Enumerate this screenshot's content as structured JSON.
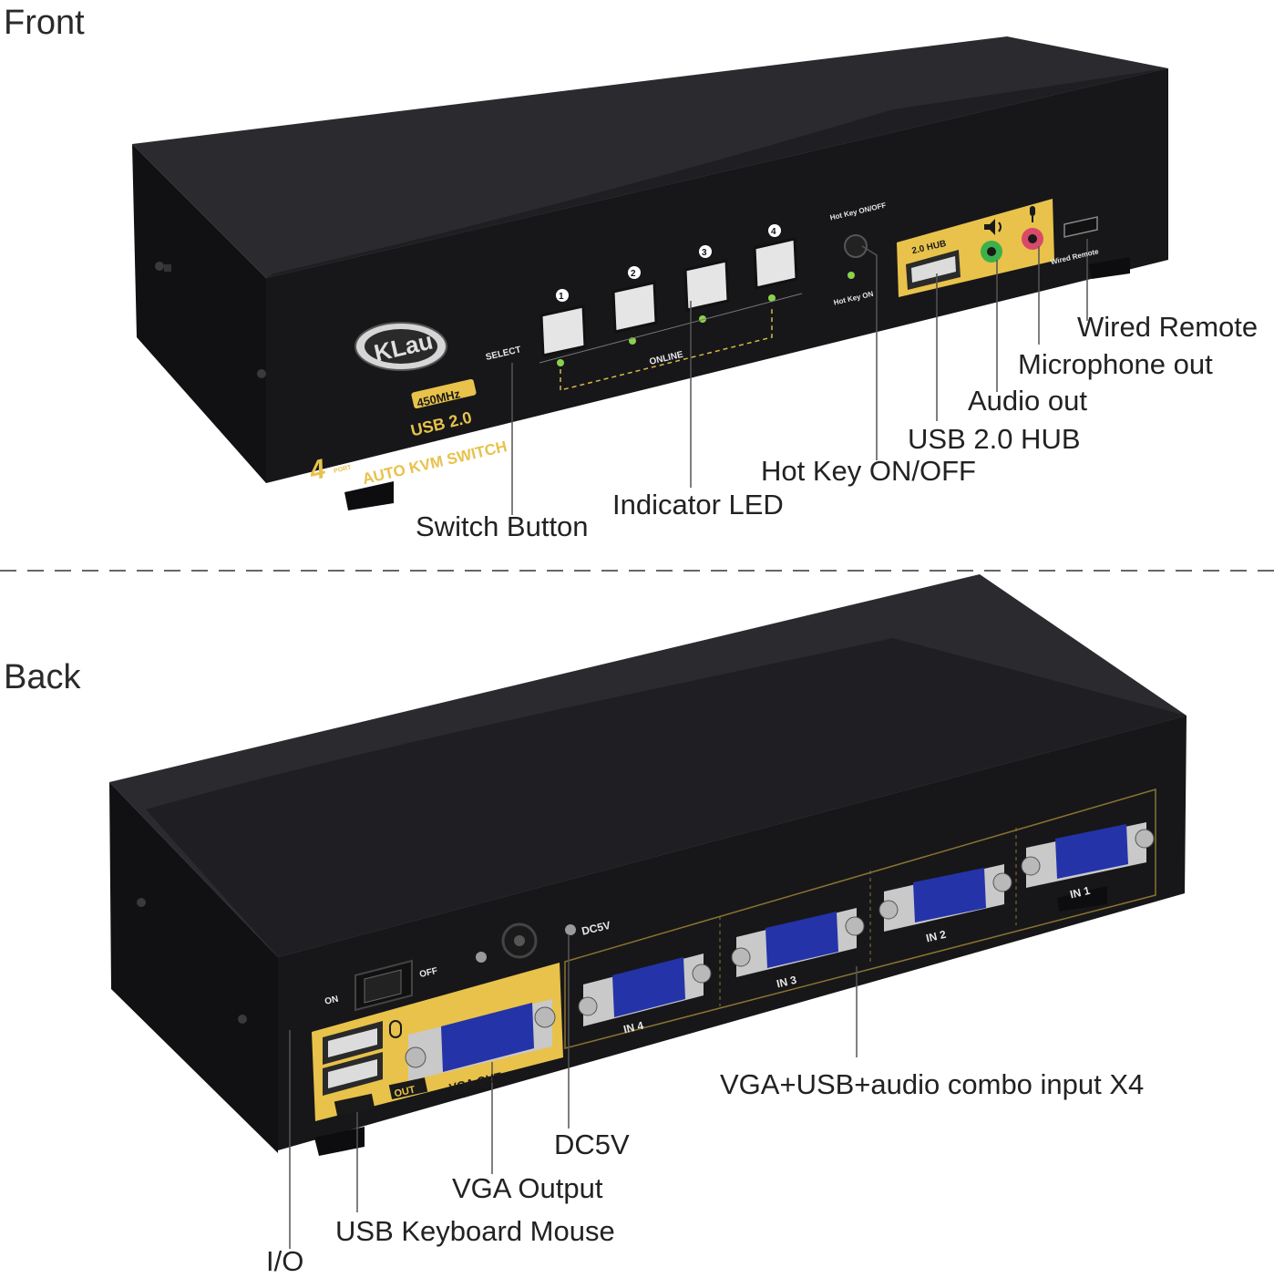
{
  "front": {
    "title": "Front",
    "brand": "KLau",
    "spec_freq": "450MHz",
    "spec_usb": "USB 2.0",
    "spec_port_num": "4",
    "spec_port_word": "PORT",
    "spec_product": "AUTO KVM SWITCH",
    "select_label": "SELECT",
    "online_label": "ONLINE",
    "buttons": [
      "1",
      "2",
      "3",
      "4"
    ],
    "hotkey_top": "Hot Key ON/OFF",
    "hotkey_bottom": "Hot Key ON",
    "hub_label": "2.0 HUB",
    "remote_label": "Wired Remote",
    "callouts": {
      "wired_remote": "Wired Remote",
      "microphone": "Microphone out",
      "audio": "Audio out",
      "usb_hub": "USB 2.0 HUB",
      "hotkey": "Hot Key ON/OFF",
      "indicator": "Indicator LED",
      "switch": "Switch Button"
    }
  },
  "back": {
    "title": "Back",
    "dc_label": "DC5V",
    "on_label": "ON",
    "off_label": "OFF",
    "vga_out_label": "VGA OUT",
    "out_label": "OUT",
    "inputs": [
      "IN 4",
      "IN 3",
      "IN 2",
      "IN 1"
    ],
    "callouts": {
      "combo": "VGA+USB+audio combo input X4",
      "dc": "DC5V",
      "vga_output": "VGA Output",
      "usb_km": "USB Keyboard Mouse",
      "io": "I/O"
    }
  },
  "colors": {
    "body": "#17171a",
    "panel": "#e8c24a",
    "vga": "#2433a8"
  },
  "icons": [
    "speaker-icon",
    "microphone-icon",
    "mouse-icon"
  ]
}
